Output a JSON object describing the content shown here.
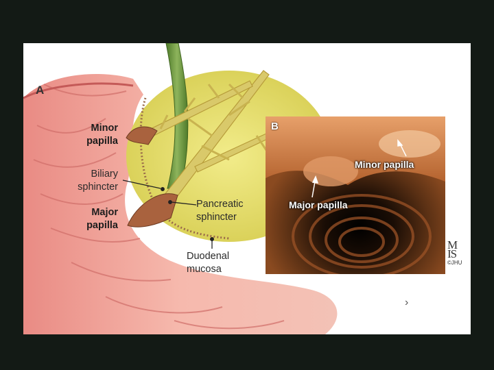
{
  "panel_a": {
    "letter": "A",
    "labels": {
      "minor_papilla_1": "Minor",
      "minor_papilla_2": "papilla",
      "biliary_sphincter_1": "Biliary",
      "biliary_sphincter_2": "sphincter",
      "major_papilla_1": "Major",
      "major_papilla_2": "papilla",
      "pancreatic_sphincter_1": "Pancreatic",
      "pancreatic_sphincter_2": "sphincter",
      "duodenal_mucosa_1": "Duodenal",
      "duodenal_mucosa_2": "mucosa"
    }
  },
  "panel_b": {
    "letter": "B",
    "labels": {
      "minor_papilla": "Minor papilla",
      "major_papilla": "Major papilla"
    }
  },
  "logo": {
    "mark": "M\nIS",
    "credit": "©JHU"
  },
  "nav": {
    "next_glyph": "›"
  },
  "colors": {
    "background": "#131a15",
    "duodenum_wall": "#f0a79b",
    "pancreas": "#e6df6c",
    "bile_duct": "#6b8f3a",
    "pancreatic_duct": "#d4c05a"
  }
}
